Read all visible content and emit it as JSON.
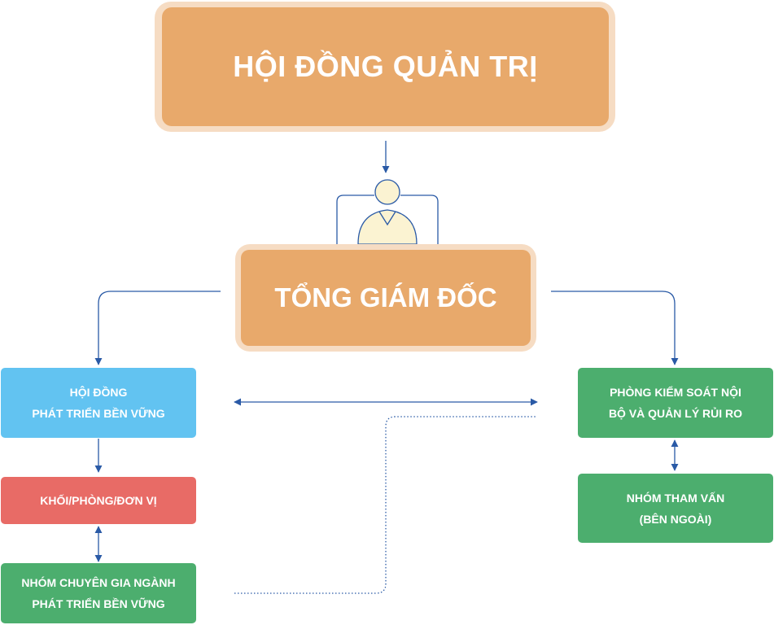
{
  "board": {
    "title": "HỘI ĐỒNG QUẢN TRỊ"
  },
  "ceo": {
    "title": "TỔNG GIÁM ĐỐC"
  },
  "left": {
    "sustainability_council": {
      "line1": "HỘI ĐỒNG",
      "line2": "PHÁT TRIỂN BỀN VỮNG"
    },
    "divisions": {
      "label": "KHỐI/PHÒNG/ĐƠN VỊ"
    },
    "expert_group": {
      "line1": "NHÓM CHUYÊN GIA NGÀNH",
      "line2": "PHÁT TRIỂN BỀN VỮNG"
    }
  },
  "right": {
    "internal_control": {
      "line1": "PHÒNG KIỂM SOÁT NỘI",
      "line2": "BỘ VÀ QUẢN LÝ RỦI RO"
    },
    "consult_group": {
      "line1": "NHÓM THAM VẤN",
      "line2": "(BÊN NGOÀI)"
    }
  },
  "colors": {
    "orange": "#e8a96b",
    "orange_border": "#f6dcc3",
    "blue": "#62c3f1",
    "red": "#e86b66",
    "green": "#4cae6e",
    "connector": "#2a5aa6"
  },
  "icons": {
    "ceo_figure": "person-at-desk-icon"
  }
}
